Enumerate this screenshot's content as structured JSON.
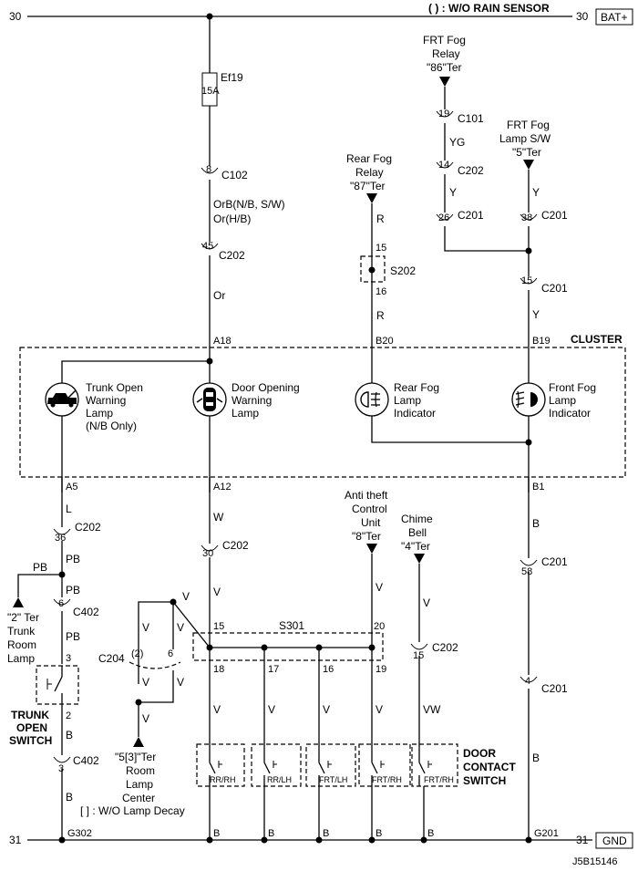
{
  "header": {
    "left_num": "30",
    "right_num": "30",
    "note": "( ) : W/O RAIN SENSOR",
    "bat_label": "BAT+"
  },
  "footer": {
    "left_num": "31",
    "right_num": "31",
    "gnd_label": "GND",
    "g302": "G302",
    "g201": "G201",
    "code": "J5B15146"
  },
  "fuse": {
    "name": "Ef19",
    "rating": "15A"
  },
  "c102": {
    "pin": "8",
    "conn": "C102"
  },
  "wire_orb": {
    "line1": "OrB(N/B, S/W)",
    "line2": "Or(H/B)"
  },
  "c202a": {
    "pin": "45",
    "conn": "C202"
  },
  "wire_or": "Or",
  "cluster": {
    "title": "CLUSTER",
    "pin_a18": "A18",
    "pin_b20": "B20",
    "pin_b19": "B19",
    "pin_a5": "A5",
    "pin_a12": "A12",
    "pin_b1": "B1"
  },
  "lamps": {
    "trunk": [
      "Trunk Open",
      "Warning",
      "Lamp",
      "(N/B Only)"
    ],
    "door": [
      "Door Opening",
      "Warning",
      "Lamp"
    ],
    "rear_fog": [
      "Rear Fog",
      "Lamp",
      "Indicator"
    ],
    "front_fog": [
      "Front Fog",
      "Lamp",
      "Indicator"
    ]
  },
  "rear_fog_relay": {
    "lines": [
      "Rear Fog",
      "Relay",
      "\"87\"Ter"
    ],
    "wire": "R",
    "pin_top": "15",
    "splice": "S202",
    "pin_bot": "16",
    "wire2": "R"
  },
  "frt_fog_relay": {
    "lines": [
      "FRT Fog",
      "Relay",
      "\"86\"Ter"
    ],
    "pin1": "19",
    "conn1": "C101",
    "wire1": "YG",
    "pin2": "14",
    "conn2": "C202",
    "wire2": "Y",
    "pin3": "26",
    "conn3": "C201"
  },
  "frt_fog_sw": {
    "lines": [
      "FRT Fog",
      "Lamp S/W",
      "\"5\"Ter"
    ],
    "wire": "Y",
    "pin": "38",
    "conn": "C201",
    "pin2": "15",
    "conn2": "C201",
    "wire2": "Y"
  },
  "trunk_side": {
    "wire_l": "L",
    "pin36": "36",
    "c202": "C202",
    "pb1": "PB",
    "pb_left": "PB",
    "pb2": "PB",
    "pin6": "6",
    "c402": "C402",
    "pb3": "PB",
    "pin3": "3",
    "pin2": "2",
    "wire_b": "B",
    "pin3b": "3",
    "c402b": "C402",
    "wire_b2": "B"
  },
  "trunk_room_lamp": [
    "\"2\" Ter",
    "Trunk",
    "Room",
    "Lamp"
  ],
  "trunk_switch": [
    "TRUNK",
    "OPEN",
    "SWITCH"
  ],
  "door_side": {
    "wire_w": "W",
    "pin30": "30",
    "c202": "C202",
    "wire_v": "V"
  },
  "c204": {
    "conn": "C204",
    "pin2": "(2)",
    "pin6": "6",
    "wire_v_top": "V",
    "wire_v1": "V",
    "wire_v2": "V",
    "wire_v3": "V",
    "wire_v4": "V",
    "wire_v5": "V"
  },
  "room_lamp": [
    "\"5[3]\"Ter",
    "Room",
    "Lamp",
    "Center"
  ],
  "note_lamp_decay": "[  ] : W/O Lamp Decay",
  "anti_theft": {
    "lines": [
      "Anti theft",
      "Control",
      "Unit",
      "\"8\"Ter"
    ],
    "wire": "V"
  },
  "chime": {
    "lines": [
      "Chime",
      "Bell",
      "\"4\"Ter"
    ],
    "wire": "V",
    "pin": "15",
    "conn": "C202",
    "wire2": "VW"
  },
  "s301": {
    "name": "S301",
    "pin15": "15",
    "pin20": "20",
    "pin18": "18",
    "pin17": "17",
    "pin16": "16",
    "pin19": "19"
  },
  "lower_wires": [
    "V",
    "V",
    "V"
  ],
  "b1_side": {
    "wire_b": "B",
    "pin58": "58",
    "conn58": "C201",
    "pin4": "4",
    "conn4": "C201",
    "wire_b2": "B"
  },
  "door_switches": {
    "labels": [
      "RR/RH",
      "RR/LH",
      "FRT/LH",
      "FRT/RH",
      "FRT/RH"
    ],
    "title": [
      "DOOR",
      "CONTACT",
      "SWITCH"
    ]
  },
  "ground_wires": [
    "B",
    "B",
    "B",
    "B",
    "B"
  ]
}
